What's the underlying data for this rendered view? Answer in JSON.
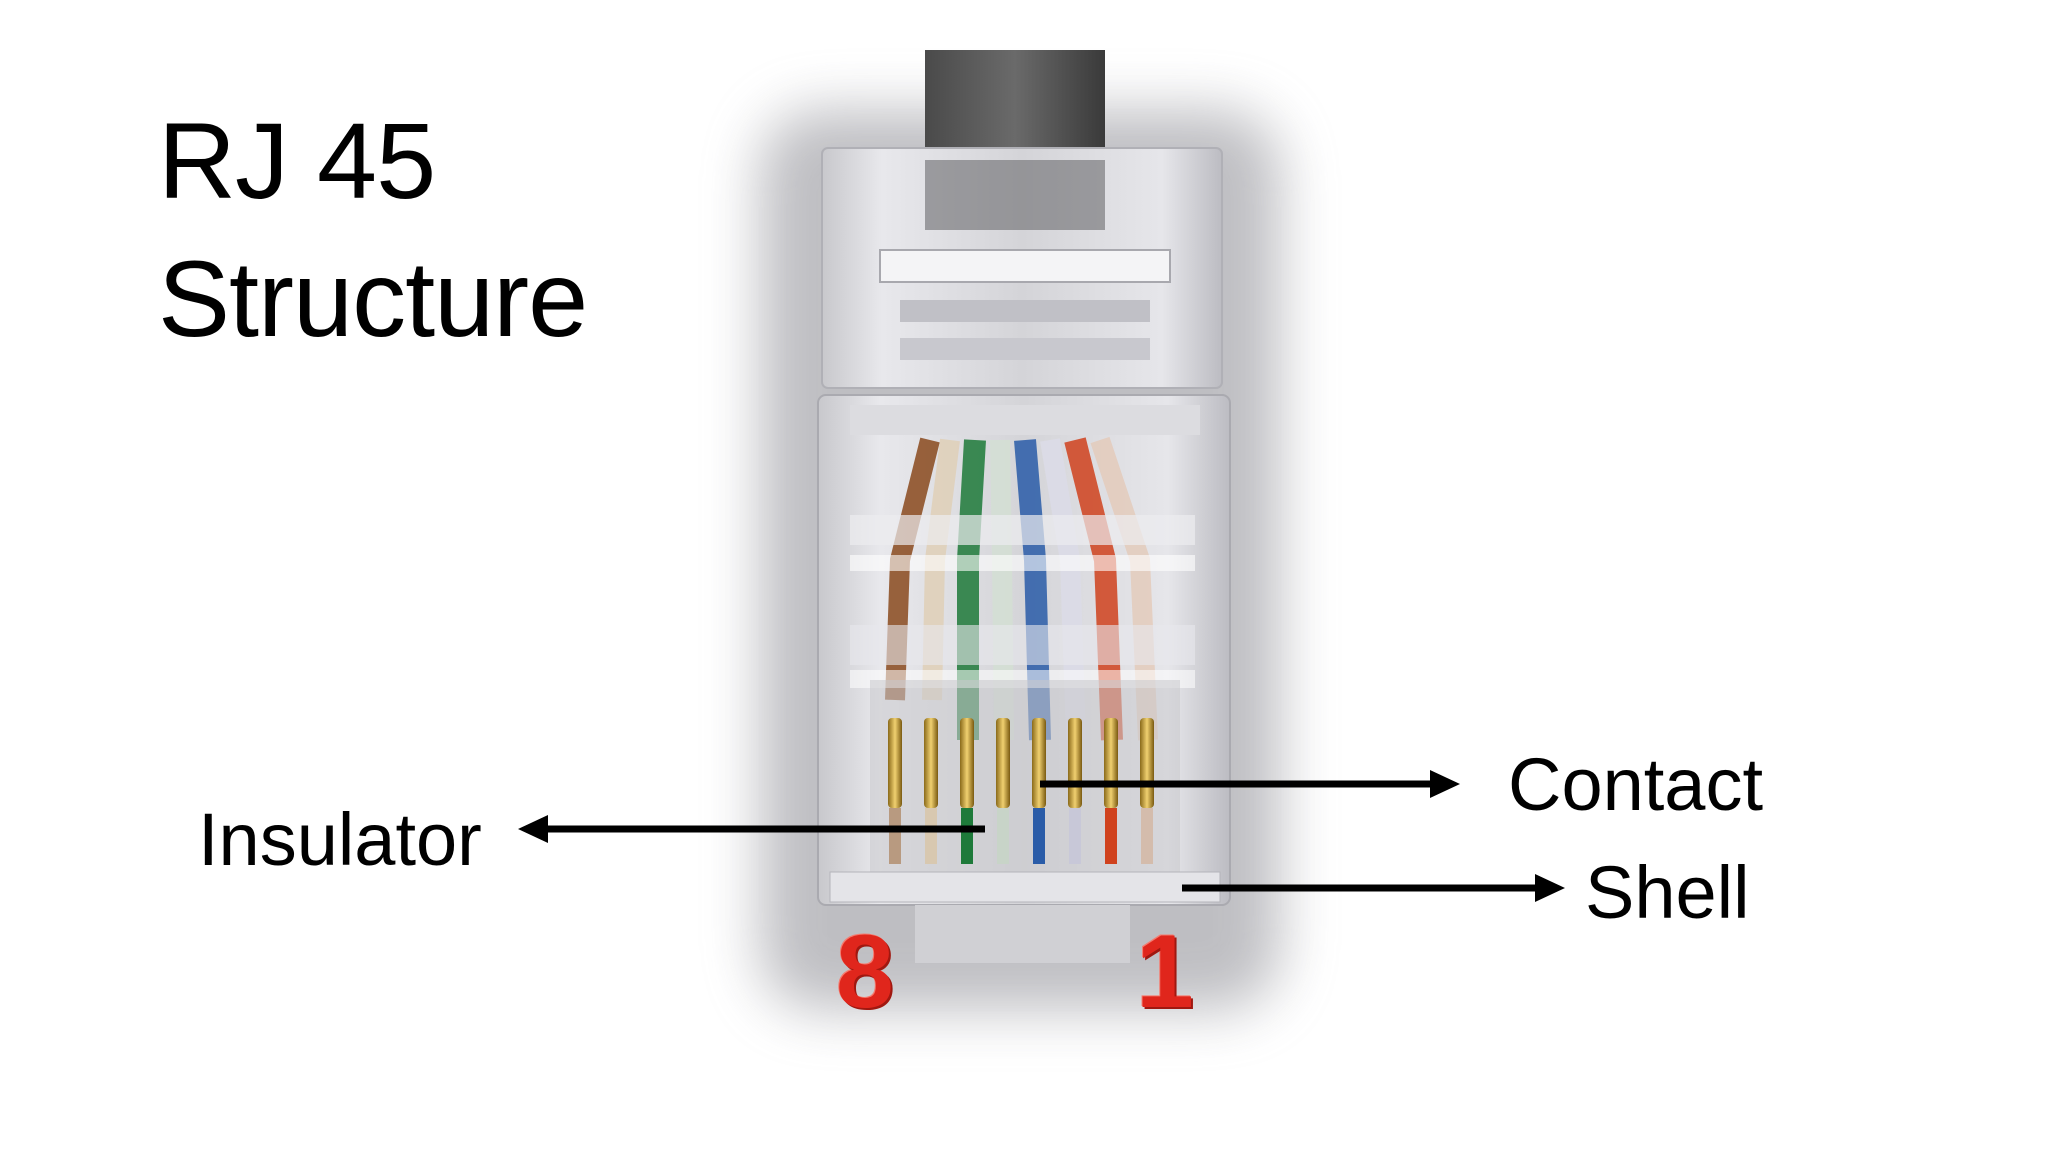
{
  "slide": {
    "title_line1": "RJ 45",
    "title_line2": "Structure"
  },
  "labels": {
    "insulator": "Insulator",
    "contact": "Contact",
    "shell": "Shell"
  },
  "connector": {
    "pin_left": "8",
    "pin_right": "1",
    "wire_colors": [
      "#8a4a1e",
      "#d8c8b0",
      "#1e7a3a",
      "#d0dcd0",
      "#2a5ca8",
      "#d8d8e8",
      "#d0421e",
      "#e0c8b8"
    ],
    "pin_number_color": "#e0261c"
  }
}
